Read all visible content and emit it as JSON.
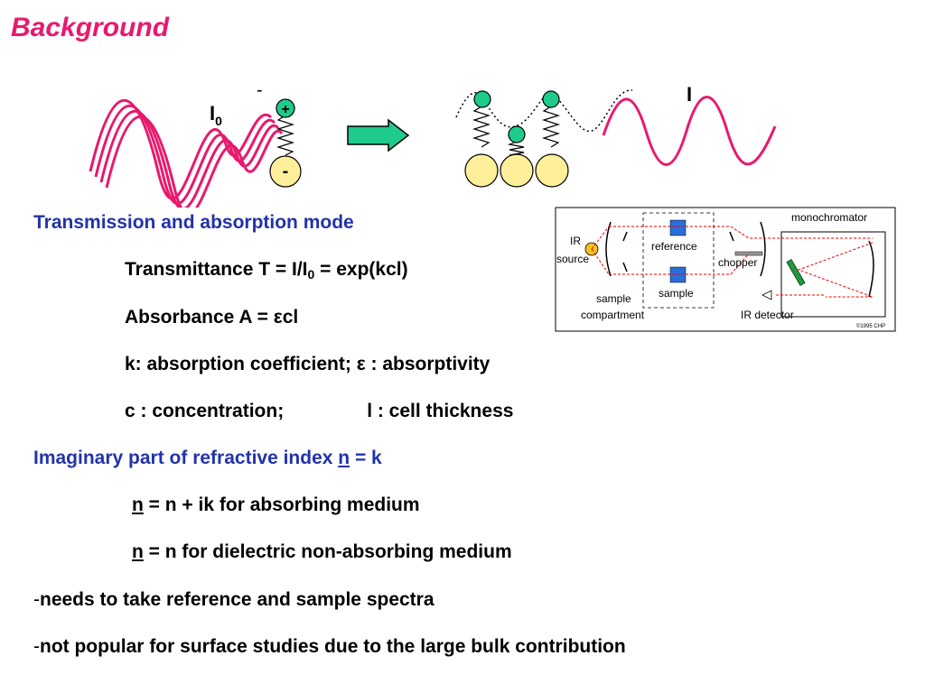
{
  "title": "Background",
  "illustration": {
    "i0_main": "I",
    "i0_sub": "0",
    "i_label": "I",
    "minus_top": "-",
    "plus_label": "+",
    "minus_label": "-"
  },
  "spectrometer": {
    "monochromator": "monochromator",
    "ir": "IR",
    "source": "source",
    "reference": "reference",
    "chopper": "chopper",
    "sample": "sample",
    "sample_compartment_line1": "sample",
    "sample_compartment_line2": "compartment",
    "ir_detector": "IR detector",
    "copyright": "©1995 CHP"
  },
  "lines": {
    "transmission_heading": "Transmission  and absorption mode",
    "transmittance_a": "Transmittance T = I/I",
    "transmittance_sub": "0",
    "transmittance_b": " = exp(kcl)",
    "absorbance_a": "Absorbance    A = ",
    "absorbance_eps": "ε",
    "absorbance_b": "cl",
    "k_a": "k: absorption coefficient; ",
    "k_eps": "ε",
    "k_b": " : absorptivity",
    "c_a": "c : concentration;",
    "c_b": "l : cell thickness",
    "imag_a": "Imaginary part of refractive index ",
    "imag_n": "n",
    "imag_b": "  = k",
    "abs_n": "n",
    "abs_rest": " = n + ik for absorbing medium",
    "diel_n": "n",
    "diel_rest": " = n  for dielectric non-absorbing medium",
    "dash1": "-",
    "bullet1": "needs to take reference and sample spectra",
    "dash2": "-",
    "bullet2": "not popular for surface studies due to the large bulk contribution"
  }
}
